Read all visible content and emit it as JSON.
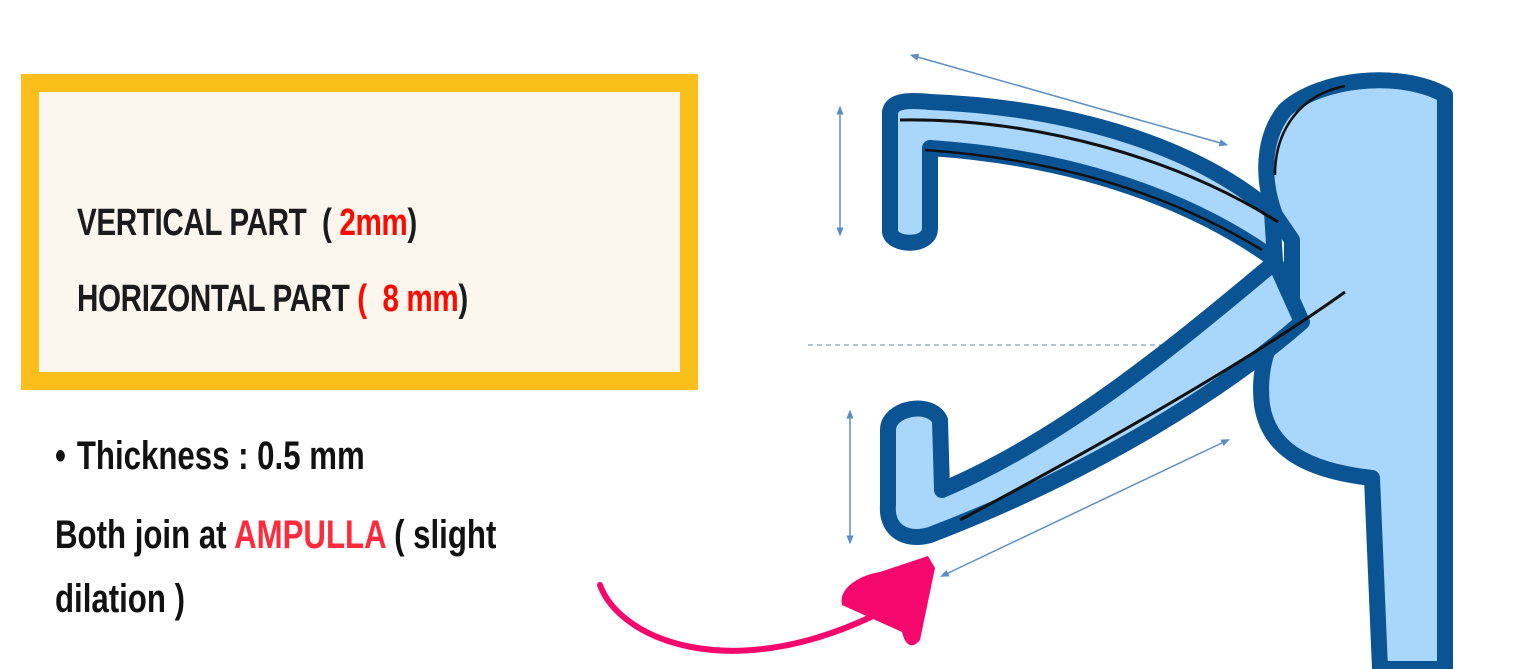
{
  "box": {
    "vertical_label": "VERTICAL PART",
    "vertical_open": "( ",
    "vertical_value": "2mm",
    "vertical_close": ")",
    "horizontal_label": "HORIZONTAL PART",
    "horizontal_open": "( ",
    "horizontal_value": "8 mm",
    "horizontal_close": ")"
  },
  "notes": {
    "bullet": "•",
    "thickness": "Thickness : 0.5 mm",
    "join_prefix": "Both join at ",
    "join_highlight": "AMPULLA",
    "join_suffix": " ( slight",
    "join_line2": "dilation )"
  },
  "colors": {
    "box_border": "#fbbf1b",
    "box_fill": "#fbf7ef",
    "value_red": "#ff0a00",
    "highlight_red": "#ff2a3c",
    "duct_outline": "#0b5493",
    "duct_fill": "#a9d6fb",
    "dimension_line": "#5b8fc4",
    "pointer_arrow": "#f5086e"
  }
}
